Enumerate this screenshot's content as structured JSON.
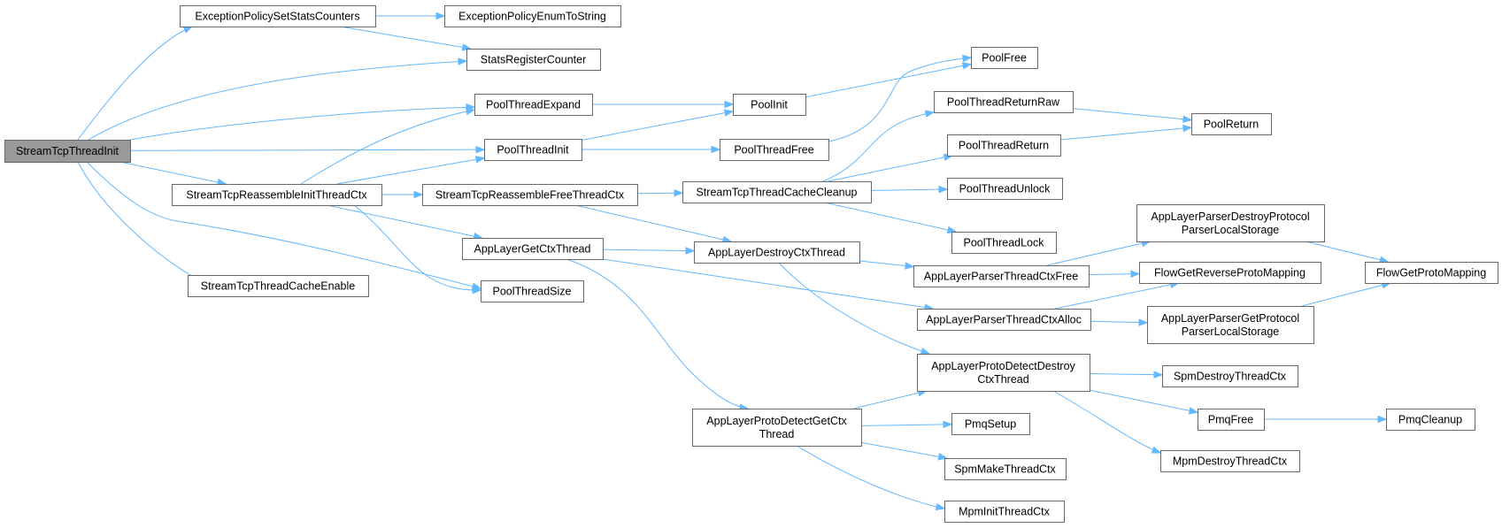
{
  "graph": {
    "colors": {
      "edge": "#63b8ff",
      "node_border": "#666666",
      "root_fill": "#999999",
      "node_fill": "#ffffff"
    },
    "nodes": [
      {
        "id": "StreamTcpThreadInit",
        "lines": [
          "StreamTcpThreadInit"
        ],
        "root": true
      },
      {
        "id": "ExceptionPolicySetStatsCounters",
        "lines": [
          "ExceptionPolicySetStatsCounters"
        ]
      },
      {
        "id": "ExceptionPolicyEnumToString",
        "lines": [
          "ExceptionPolicyEnumToString"
        ]
      },
      {
        "id": "StatsRegisterCounter",
        "lines": [
          "StatsRegisterCounter"
        ]
      },
      {
        "id": "PoolThreadExpand",
        "lines": [
          "PoolThreadExpand"
        ]
      },
      {
        "id": "PoolInit",
        "lines": [
          "PoolInit"
        ]
      },
      {
        "id": "PoolFree",
        "lines": [
          "PoolFree"
        ]
      },
      {
        "id": "PoolThreadInit",
        "lines": [
          "PoolThreadInit"
        ]
      },
      {
        "id": "PoolThreadFree",
        "lines": [
          "PoolThreadFree"
        ]
      },
      {
        "id": "PoolThreadReturnRaw",
        "lines": [
          "PoolThreadReturnRaw"
        ]
      },
      {
        "id": "PoolReturn",
        "lines": [
          "PoolReturn"
        ]
      },
      {
        "id": "PoolThreadReturn",
        "lines": [
          "PoolThreadReturn"
        ]
      },
      {
        "id": "StreamTcpReassembleInitThreadCtx",
        "lines": [
          "StreamTcpReassembleInitThreadCtx"
        ]
      },
      {
        "id": "StreamTcpReassembleFreeThreadCtx",
        "lines": [
          "StreamTcpReassembleFreeThreadCtx"
        ]
      },
      {
        "id": "StreamTcpThreadCacheCleanup",
        "lines": [
          "StreamTcpThreadCacheCleanup"
        ]
      },
      {
        "id": "PoolThreadUnlock",
        "lines": [
          "PoolThreadUnlock"
        ]
      },
      {
        "id": "PoolThreadLock",
        "lines": [
          "PoolThreadLock"
        ]
      },
      {
        "id": "AppLayerParserDestroyProtocolParserLocalStorage",
        "lines": [
          "AppLayerParserDestroyProtocol",
          "ParserLocalStorage"
        ]
      },
      {
        "id": "AppLayerGetCtxThread",
        "lines": [
          "AppLayerGetCtxThread"
        ]
      },
      {
        "id": "AppLayerDestroyCtxThread",
        "lines": [
          "AppLayerDestroyCtxThread"
        ]
      },
      {
        "id": "AppLayerParserThreadCtxFree",
        "lines": [
          "AppLayerParserThreadCtxFree"
        ]
      },
      {
        "id": "FlowGetReverseProtoMapping",
        "lines": [
          "FlowGetReverseProtoMapping"
        ]
      },
      {
        "id": "FlowGetProtoMapping",
        "lines": [
          "FlowGetProtoMapping"
        ]
      },
      {
        "id": "StreamTcpThreadCacheEnable",
        "lines": [
          "StreamTcpThreadCacheEnable"
        ]
      },
      {
        "id": "PoolThreadSize",
        "lines": [
          "PoolThreadSize"
        ]
      },
      {
        "id": "AppLayerParserThreadCtxAlloc",
        "lines": [
          "AppLayerParserThreadCtxAlloc"
        ]
      },
      {
        "id": "AppLayerParserGetProtocolParserLocalStorage",
        "lines": [
          "AppLayerParserGetProtocol",
          "ParserLocalStorage"
        ]
      },
      {
        "id": "AppLayerProtoDetectDestroyCtxThread",
        "lines": [
          "AppLayerProtoDetectDestroy",
          "CtxThread"
        ]
      },
      {
        "id": "SpmDestroyThreadCtx",
        "lines": [
          "SpmDestroyThreadCtx"
        ]
      },
      {
        "id": "AppLayerProtoDetectGetCtxThread",
        "lines": [
          "AppLayerProtoDetectGetCtx",
          "Thread"
        ]
      },
      {
        "id": "PmqSetup",
        "lines": [
          "PmqSetup"
        ]
      },
      {
        "id": "PmqFree",
        "lines": [
          "PmqFree"
        ]
      },
      {
        "id": "PmqCleanup",
        "lines": [
          "PmqCleanup"
        ]
      },
      {
        "id": "SpmMakeThreadCtx",
        "lines": [
          "SpmMakeThreadCtx"
        ]
      },
      {
        "id": "MpmDestroyThreadCtx",
        "lines": [
          "MpmDestroyThreadCtx"
        ]
      },
      {
        "id": "MpmInitThreadCtx",
        "lines": [
          "MpmInitThreadCtx"
        ]
      }
    ],
    "edges": [
      [
        "StreamTcpThreadInit",
        "ExceptionPolicySetStatsCounters"
      ],
      [
        "StreamTcpThreadInit",
        "StatsRegisterCounter"
      ],
      [
        "StreamTcpThreadInit",
        "PoolThreadExpand"
      ],
      [
        "StreamTcpThreadInit",
        "PoolThreadInit"
      ],
      [
        "StreamTcpThreadInit",
        "StreamTcpReassembleInitThreadCtx"
      ],
      [
        "StreamTcpThreadInit",
        "StreamTcpThreadCacheEnable"
      ],
      [
        "StreamTcpThreadInit",
        "PoolThreadSize"
      ],
      [
        "ExceptionPolicySetStatsCounters",
        "ExceptionPolicyEnumToString"
      ],
      [
        "ExceptionPolicySetStatsCounters",
        "StatsRegisterCounter"
      ],
      [
        "PoolThreadExpand",
        "PoolInit"
      ],
      [
        "PoolInit",
        "PoolFree"
      ],
      [
        "PoolThreadInit",
        "PoolInit"
      ],
      [
        "PoolThreadInit",
        "PoolThreadFree"
      ],
      [
        "PoolThreadFree",
        "PoolFree"
      ],
      [
        "StreamTcpReassembleInitThreadCtx",
        "PoolThreadExpand"
      ],
      [
        "StreamTcpReassembleInitThreadCtx",
        "PoolThreadInit"
      ],
      [
        "StreamTcpReassembleInitThreadCtx",
        "StreamTcpReassembleFreeThreadCtx"
      ],
      [
        "StreamTcpReassembleInitThreadCtx",
        "AppLayerGetCtxThread"
      ],
      [
        "StreamTcpReassembleInitThreadCtx",
        "PoolThreadSize"
      ],
      [
        "StreamTcpReassembleFreeThreadCtx",
        "StreamTcpThreadCacheCleanup"
      ],
      [
        "StreamTcpReassembleFreeThreadCtx",
        "AppLayerDestroyCtxThread"
      ],
      [
        "StreamTcpThreadCacheCleanup",
        "PoolThreadReturnRaw"
      ],
      [
        "StreamTcpThreadCacheCleanup",
        "PoolThreadReturn"
      ],
      [
        "StreamTcpThreadCacheCleanup",
        "PoolThreadUnlock"
      ],
      [
        "StreamTcpThreadCacheCleanup",
        "PoolThreadLock"
      ],
      [
        "PoolThreadReturnRaw",
        "PoolReturn"
      ],
      [
        "PoolThreadReturn",
        "PoolReturn"
      ],
      [
        "AppLayerGetCtxThread",
        "AppLayerDestroyCtxThread"
      ],
      [
        "AppLayerGetCtxThread",
        "AppLayerParserThreadCtxAlloc"
      ],
      [
        "AppLayerGetCtxThread",
        "AppLayerProtoDetectGetCtxThread"
      ],
      [
        "AppLayerDestroyCtxThread",
        "AppLayerParserThreadCtxFree"
      ],
      [
        "AppLayerDestroyCtxThread",
        "AppLayerProtoDetectDestroyCtxThread"
      ],
      [
        "AppLayerParserThreadCtxFree",
        "AppLayerParserDestroyProtocolParserLocalStorage"
      ],
      [
        "AppLayerParserThreadCtxFree",
        "FlowGetReverseProtoMapping"
      ],
      [
        "AppLayerParserDestroyProtocolParserLocalStorage",
        "FlowGetProtoMapping"
      ],
      [
        "AppLayerParserThreadCtxAlloc",
        "FlowGetReverseProtoMapping"
      ],
      [
        "AppLayerParserThreadCtxAlloc",
        "AppLayerParserGetProtocolParserLocalStorage"
      ],
      [
        "AppLayerParserGetProtocolParserLocalStorage",
        "FlowGetProtoMapping"
      ],
      [
        "AppLayerProtoDetectDestroyCtxThread",
        "SpmDestroyThreadCtx"
      ],
      [
        "AppLayerProtoDetectDestroyCtxThread",
        "PmqFree"
      ],
      [
        "AppLayerProtoDetectDestroyCtxThread",
        "MpmDestroyThreadCtx"
      ],
      [
        "PmqFree",
        "PmqCleanup"
      ],
      [
        "AppLayerProtoDetectGetCtxThread",
        "AppLayerProtoDetectDestroyCtxThread"
      ],
      [
        "AppLayerProtoDetectGetCtxThread",
        "PmqSetup"
      ],
      [
        "AppLayerProtoDetectGetCtxThread",
        "SpmMakeThreadCtx"
      ],
      [
        "AppLayerProtoDetectGetCtxThread",
        "MpmInitThreadCtx"
      ]
    ]
  }
}
